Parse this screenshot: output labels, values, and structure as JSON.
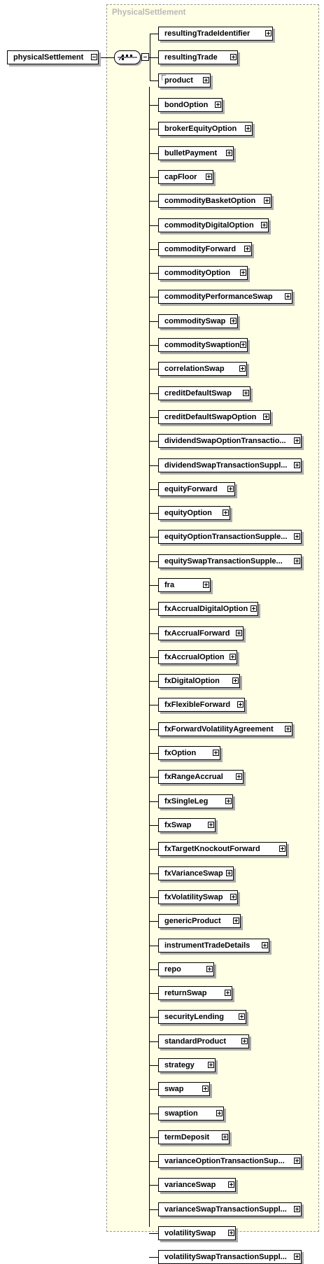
{
  "group": {
    "title": "PhysicalSettlement"
  },
  "root": {
    "name": "physicalSettlement"
  },
  "top_children": [
    "resultingTradeIdentifier",
    "resultingTrade",
    "product"
  ],
  "products": [
    "bondOption",
    "brokerEquityOption",
    "bulletPayment",
    "capFloor",
    "commodityBasketOption",
    "commodityDigitalOption",
    "commodityForward",
    "commodityOption",
    "commodityPerformanceSwap",
    "commoditySwap",
    "commoditySwaption",
    "correlationSwap",
    "creditDefaultSwap",
    "creditDefaultSwapOption",
    "dividendSwapOptionTransactio...",
    "dividendSwapTransactionSuppl...",
    "equityForward",
    "equityOption",
    "equityOptionTransactionSupple...",
    "equitySwapTransactionSupple...",
    "fra",
    "fxAccrualDigitalOption",
    "fxAccrualForward",
    "fxAccrualOption",
    "fxDigitalOption",
    "fxFlexibleForward",
    "fxForwardVolatilityAgreement",
    "fxOption",
    "fxRangeAccrual",
    "fxSingleLeg",
    "fxSwap",
    "fxTargetKnockoutForward",
    "fxVarianceSwap",
    "fxVolatilitySwap",
    "genericProduct",
    "instrumentTradeDetails",
    "repo",
    "returnSwap",
    "securityLending",
    "standardProduct",
    "strategy",
    "swap",
    "swaption",
    "termDeposit",
    "varianceOptionTransactionSup...",
    "varianceSwap",
    "varianceSwapTransactionSuppl...",
    "volatilitySwap",
    "volatilitySwapTransactionSuppl..."
  ]
}
